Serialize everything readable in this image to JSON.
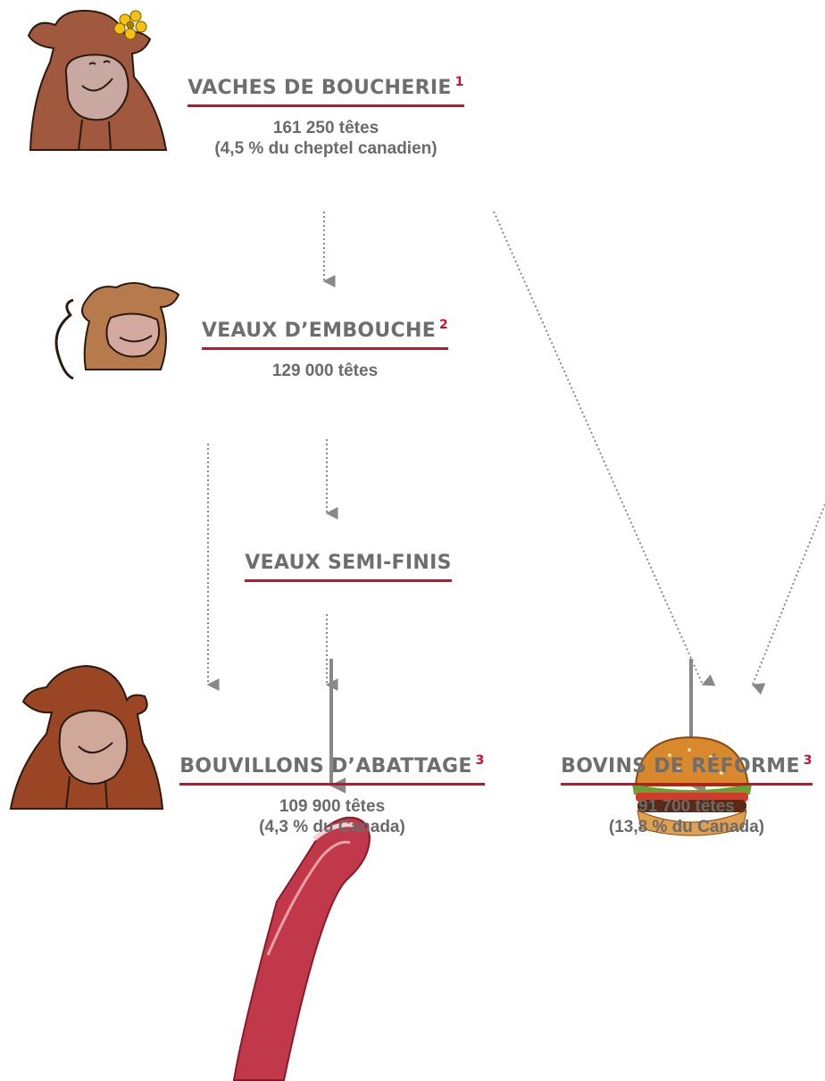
{
  "nodes": {
    "vaches": {
      "title": "VACHES DE BOUCHERIE",
      "note": "1",
      "line1": "161 250 têtes",
      "line2": "(4,5 % du cheptel canadien)"
    },
    "veaux_embouche": {
      "title": "VEAUX D’EMBOUCHE",
      "note": "2",
      "line1": "129 000 têtes"
    },
    "veaux_semi_finis": {
      "title": "VEAUX SEMI-FINIS"
    },
    "bouvillons": {
      "title": "BOUVILLONS D’ABATTAGE",
      "note": "3",
      "line1": "109 900 têtes",
      "line2": "(4,3 % du Canada)"
    },
    "bovins_reforme": {
      "title": "BOVINS DE RÉFORME",
      "note": "3",
      "line1": "91 700 têtes",
      "line2": "(13,8 % du Canada)"
    }
  },
  "colors": {
    "accent": "#c8102e",
    "arrow": "#888888",
    "text": "#666666"
  },
  "illustrations": [
    "cow-with-flower-icon",
    "calf-icon",
    "steer-icon",
    "steak-icon",
    "hamburger-icon"
  ]
}
